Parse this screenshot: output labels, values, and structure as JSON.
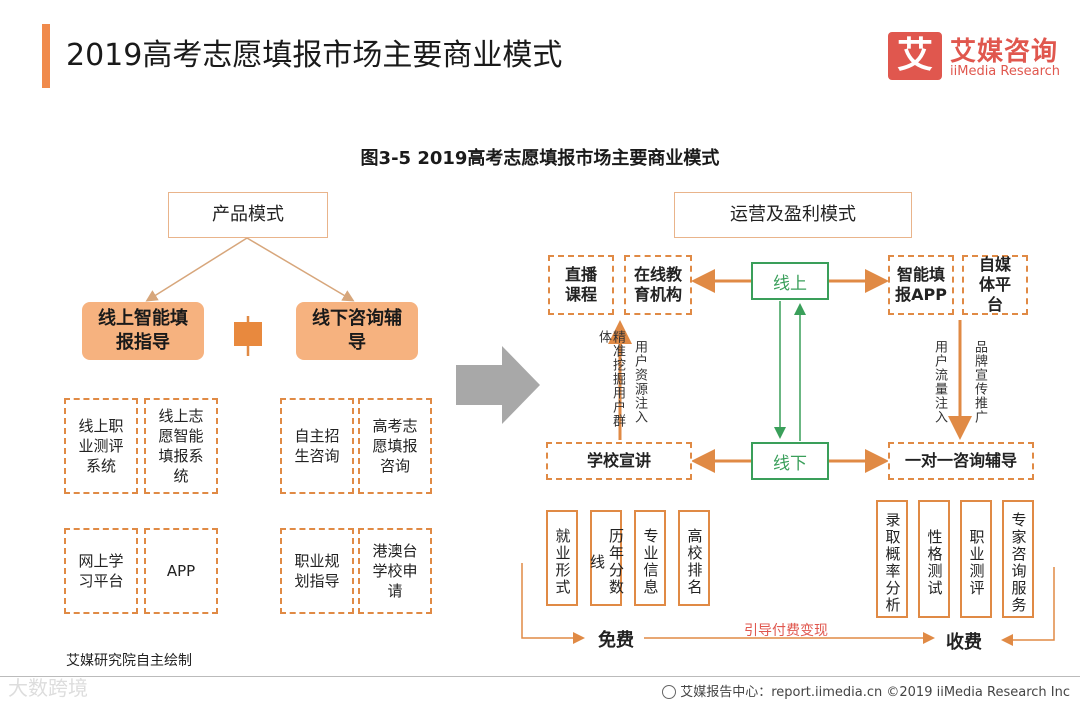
{
  "header": {
    "title": "2019高考志愿填报市场主要商业模式",
    "logo_mark": "艾",
    "logo_cn": "艾媒咨询",
    "logo_en": "iiMedia Research"
  },
  "figure_title": "图3-5 2019高考志愿填报市场主要商业模式",
  "product": {
    "header": "产品模式",
    "online": "线上智能填报指导",
    "offline": "线下咨询辅导",
    "online_items": [
      "线上职业测评系统",
      "线上志愿智能填报系统",
      "网上学习平台",
      "APP"
    ],
    "offline_items": [
      "自主招生咨询",
      "高考志愿填报咨询",
      "职业规划指导",
      "港澳台学校申请"
    ]
  },
  "operation": {
    "header": "运营及盈利模式",
    "online_node": "线上",
    "offline_node": "线下",
    "live_course": "直播课程",
    "online_edu": "在线教育机构",
    "smart_app": "智能填报APP",
    "self_media": "自媒体平台",
    "school_promo": "学校宣讲",
    "one_on_one": "一对一咨询辅导",
    "label_precise": "精准挖掘用户群体",
    "label_resource": "用户资源注入",
    "label_traffic": "用户流量注入",
    "label_brand": "品牌宣传推广",
    "free_items": [
      "就业形式",
      "历年分数线",
      "专业信息",
      "高校排名"
    ],
    "paid_items": [
      "录取概率分析",
      "性格测试",
      "职业测评",
      "专家咨询服务"
    ],
    "free_label": "免费",
    "paid_label": "收费",
    "guide_label": "引导付费变现"
  },
  "colors": {
    "accent": "#f08a4b",
    "brand_red": "#e0574e",
    "green": "#3a9f5a",
    "orange_fill": "#f6b27f",
    "dash_orange": "#e08a45"
  },
  "footer": {
    "credit": "艾媒研究院自主绘制",
    "source": "艾媒报告中心：report.iimedia.cn  ©2019  iiMedia Research  Inc",
    "watermark": "大数跨境"
  }
}
